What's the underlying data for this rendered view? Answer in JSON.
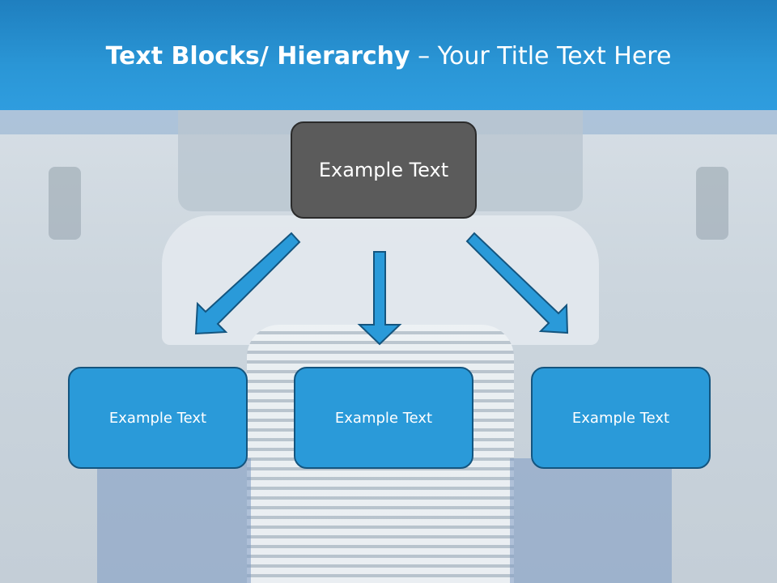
{
  "slide": {
    "title_bold": "Text Blocks/ Hierarchy",
    "title_dash": " – ",
    "title_rest": "Your Title Text Here"
  },
  "hierarchy": {
    "top_box": {
      "label": "Example Text"
    },
    "children": [
      {
        "label": "Example Text"
      },
      {
        "label": "Example Text"
      },
      {
        "label": "Example Text"
      }
    ]
  },
  "colors": {
    "header": "#2a96d6",
    "top_box_fill": "#5b5b5b",
    "child_box_fill": "#2a9ad9",
    "arrow_fill": "#2a9ad9",
    "arrow_stroke": "#14557f"
  }
}
